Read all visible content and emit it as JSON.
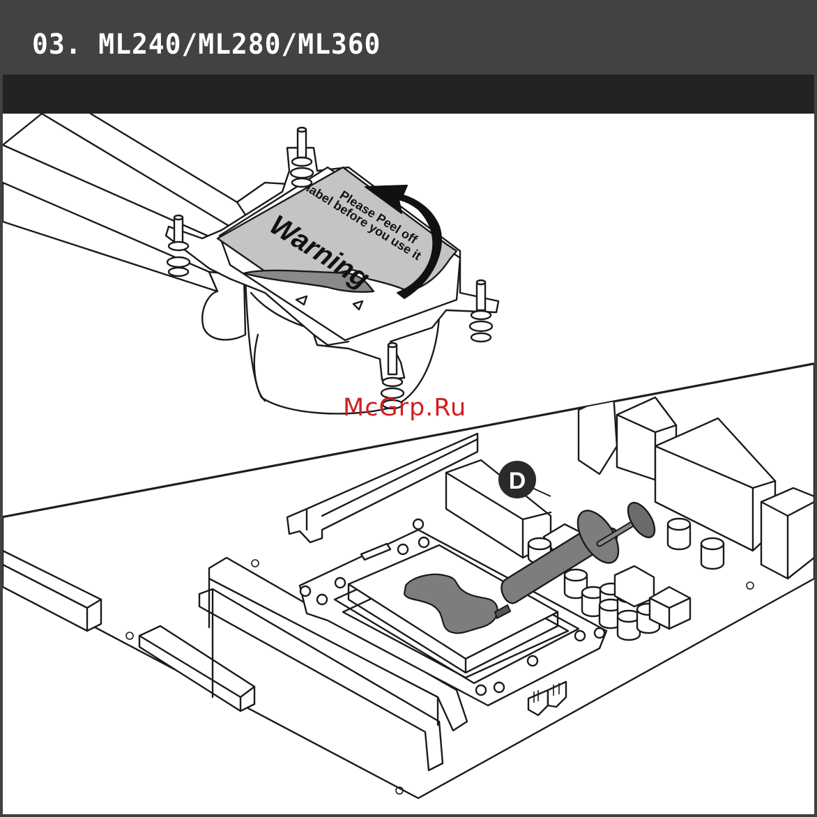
{
  "header": {
    "title": "03. ML240/ML280/ML360"
  },
  "label": {
    "line1": "Please Peel off",
    "line2": "label before you use it",
    "warning": "Warning"
  },
  "callout": {
    "letter": "D"
  },
  "watermark": {
    "text": "McGrp.Ru"
  },
  "colors": {
    "header_bg": "#424242",
    "subbar_bg": "#232323",
    "label_gray": "#c4c4c4",
    "paste_gray": "#7d7d7d",
    "watermark_red": "#d11f1f"
  }
}
